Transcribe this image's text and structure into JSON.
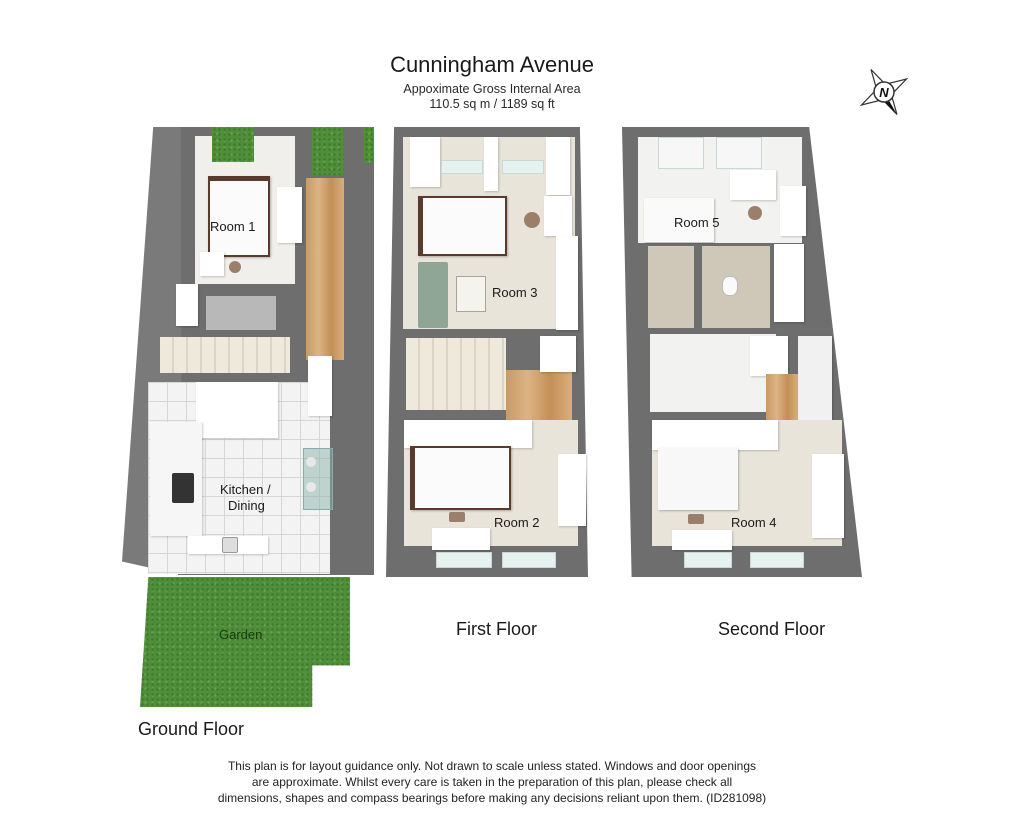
{
  "header": {
    "title": "Cunningham Avenue",
    "area_label": "Appoximate Gross Internal Area",
    "area_value": "110.5 sq m / 1189 sq ft"
  },
  "compass": {
    "icon": "compass-north-icon",
    "letter": "N"
  },
  "floors": [
    {
      "name": "Ground Floor",
      "rooms": [
        {
          "label": "Room 1"
        },
        {
          "label": "Kitchen /"
        },
        {
          "label": "Dining"
        },
        {
          "label": "Garden"
        }
      ]
    },
    {
      "name": "First Floor",
      "rooms": [
        {
          "label": "Room 3"
        },
        {
          "label": "Room 2"
        }
      ]
    },
    {
      "name": "Second Floor",
      "rooms": [
        {
          "label": "Room 5"
        },
        {
          "label": "Room 4"
        }
      ]
    }
  ],
  "disclaimer": {
    "line1": "This plan is for layout guidance only. Not drawn to scale unless stated. Windows and door openings",
    "line2": "are approximate. Whilst every care is taken in the preparation of this plan, please check all",
    "line3": "dimensions, shapes and compass bearings before making any decisions reliant upon them. (ID281098)"
  },
  "colors": {
    "wall": "#6e6e6e",
    "grass": "#4f8e3a",
    "wood_floor": "#d2a56f",
    "room_floor": "#f2f2f0"
  }
}
